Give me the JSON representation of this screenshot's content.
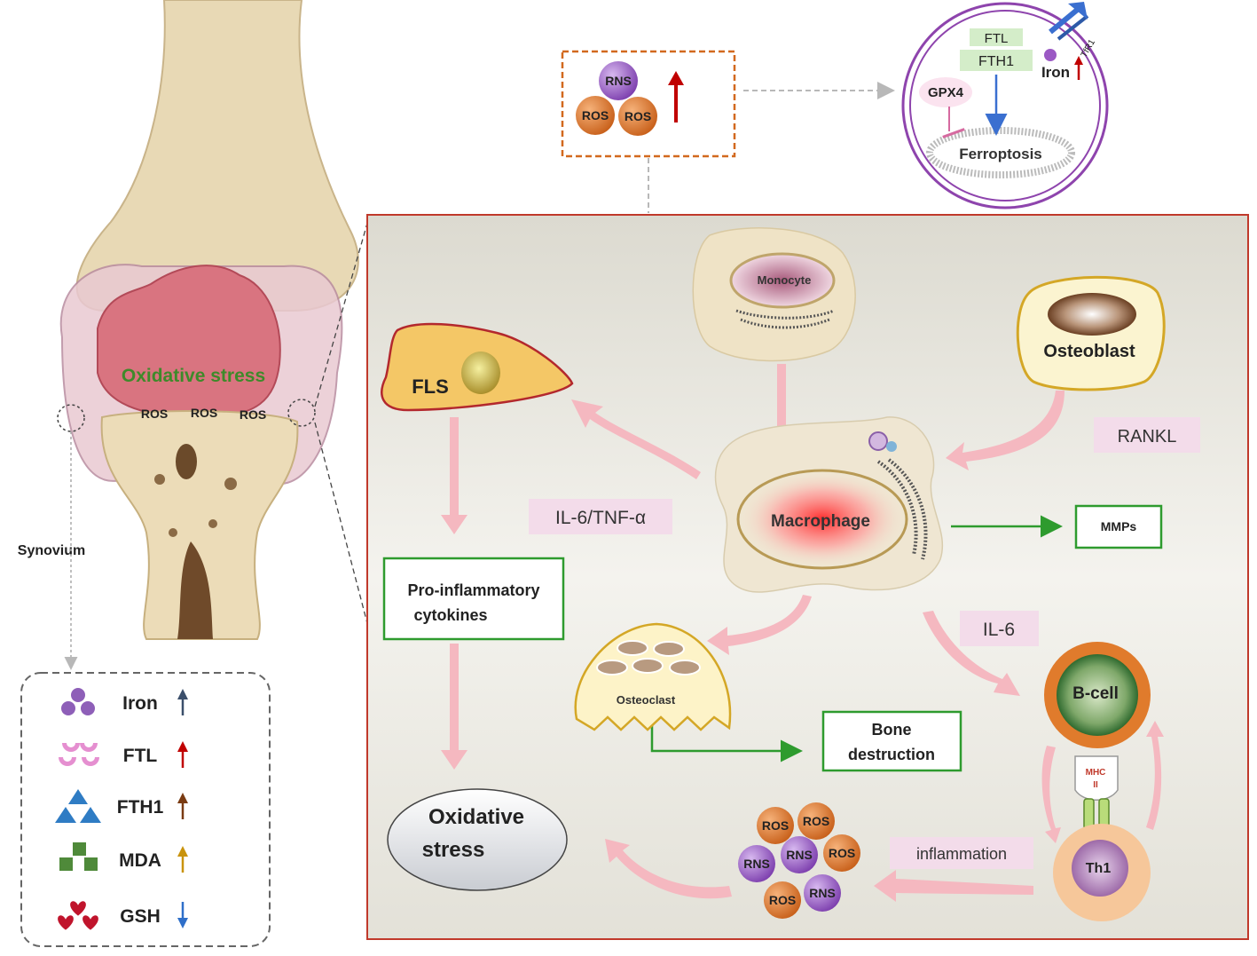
{
  "joint": {
    "oxidative_stress": "Oxidative stress",
    "ros_labels": [
      "ROS",
      "ROS",
      "ROS"
    ],
    "synovium": "Synovium"
  },
  "legend": {
    "items": [
      {
        "label": "Iron",
        "icon": "iron-cluster-icon",
        "direction": "up",
        "color": "#8e5fb8",
        "arrow_color": "#3b4f6b"
      },
      {
        "label": "FTL",
        "icon": "ferritin-light-chain-icon",
        "direction": "up",
        "color": "#e58fd0",
        "arrow_color": "#c00000"
      },
      {
        "label": "FTH1",
        "icon": "triangle-cluster-icon",
        "direction": "up",
        "color": "#2f7cc4",
        "arrow_color": "#7a3b12"
      },
      {
        "label": "MDA",
        "icon": "square-cluster-icon",
        "direction": "up",
        "color": "#4f8a3a",
        "arrow_color": "#c9930c"
      },
      {
        "label": "GSH",
        "icon": "heart-cluster-icon",
        "direction": "down",
        "color": "#c0142c",
        "arrow_color": "#2f6fc9"
      }
    ]
  },
  "ros_box": {
    "rns": "RNS",
    "ros1": "ROS",
    "ros2": "ROS"
  },
  "ferroptosis_cell": {
    "ftl": "FTL",
    "fth1": "FTH1",
    "iron": "Iron",
    "tfr1": "TfR1",
    "gpx4": "GPX4",
    "ferroptosis": "Ferroptosis"
  },
  "panel": {
    "fls": "FLS",
    "monocyte": "Monocyte",
    "osteoblast": "Osteoblast",
    "rankl": "RANKL",
    "il6_tnf": "IL-6/TNF-α",
    "macrophage": "Macrophage",
    "mmps": "MMPs",
    "pro_inflammatory_line1": "Pro-inflammatory",
    "pro_inflammatory_line2": "cytokines",
    "il6": "IL-6",
    "osteoclast": "Osteoclast",
    "bone_destruction_line1": "Bone",
    "bone_destruction_line2": "destruction",
    "bcell": "B-cell",
    "mhc_line1": "MHC",
    "mhc_line2": "II",
    "th1": "Th1",
    "inflammation": "inflammation",
    "oxidative_line1": "Oxidative",
    "oxidative_line2": "stress",
    "cluster": [
      "ROS",
      "ROS",
      "RNS",
      "ROS",
      "ROS",
      "RNS",
      "RNS"
    ]
  },
  "colors": {
    "panel_border": "#c0392b",
    "dashed_orange": "#d2691e",
    "pink_arrow": "#f5b8c0",
    "green_box": "#2e9b2e",
    "label_bg": "#f3dcea",
    "ros_orange": "#e07b2c",
    "rns_purple": "#9b59c4"
  }
}
